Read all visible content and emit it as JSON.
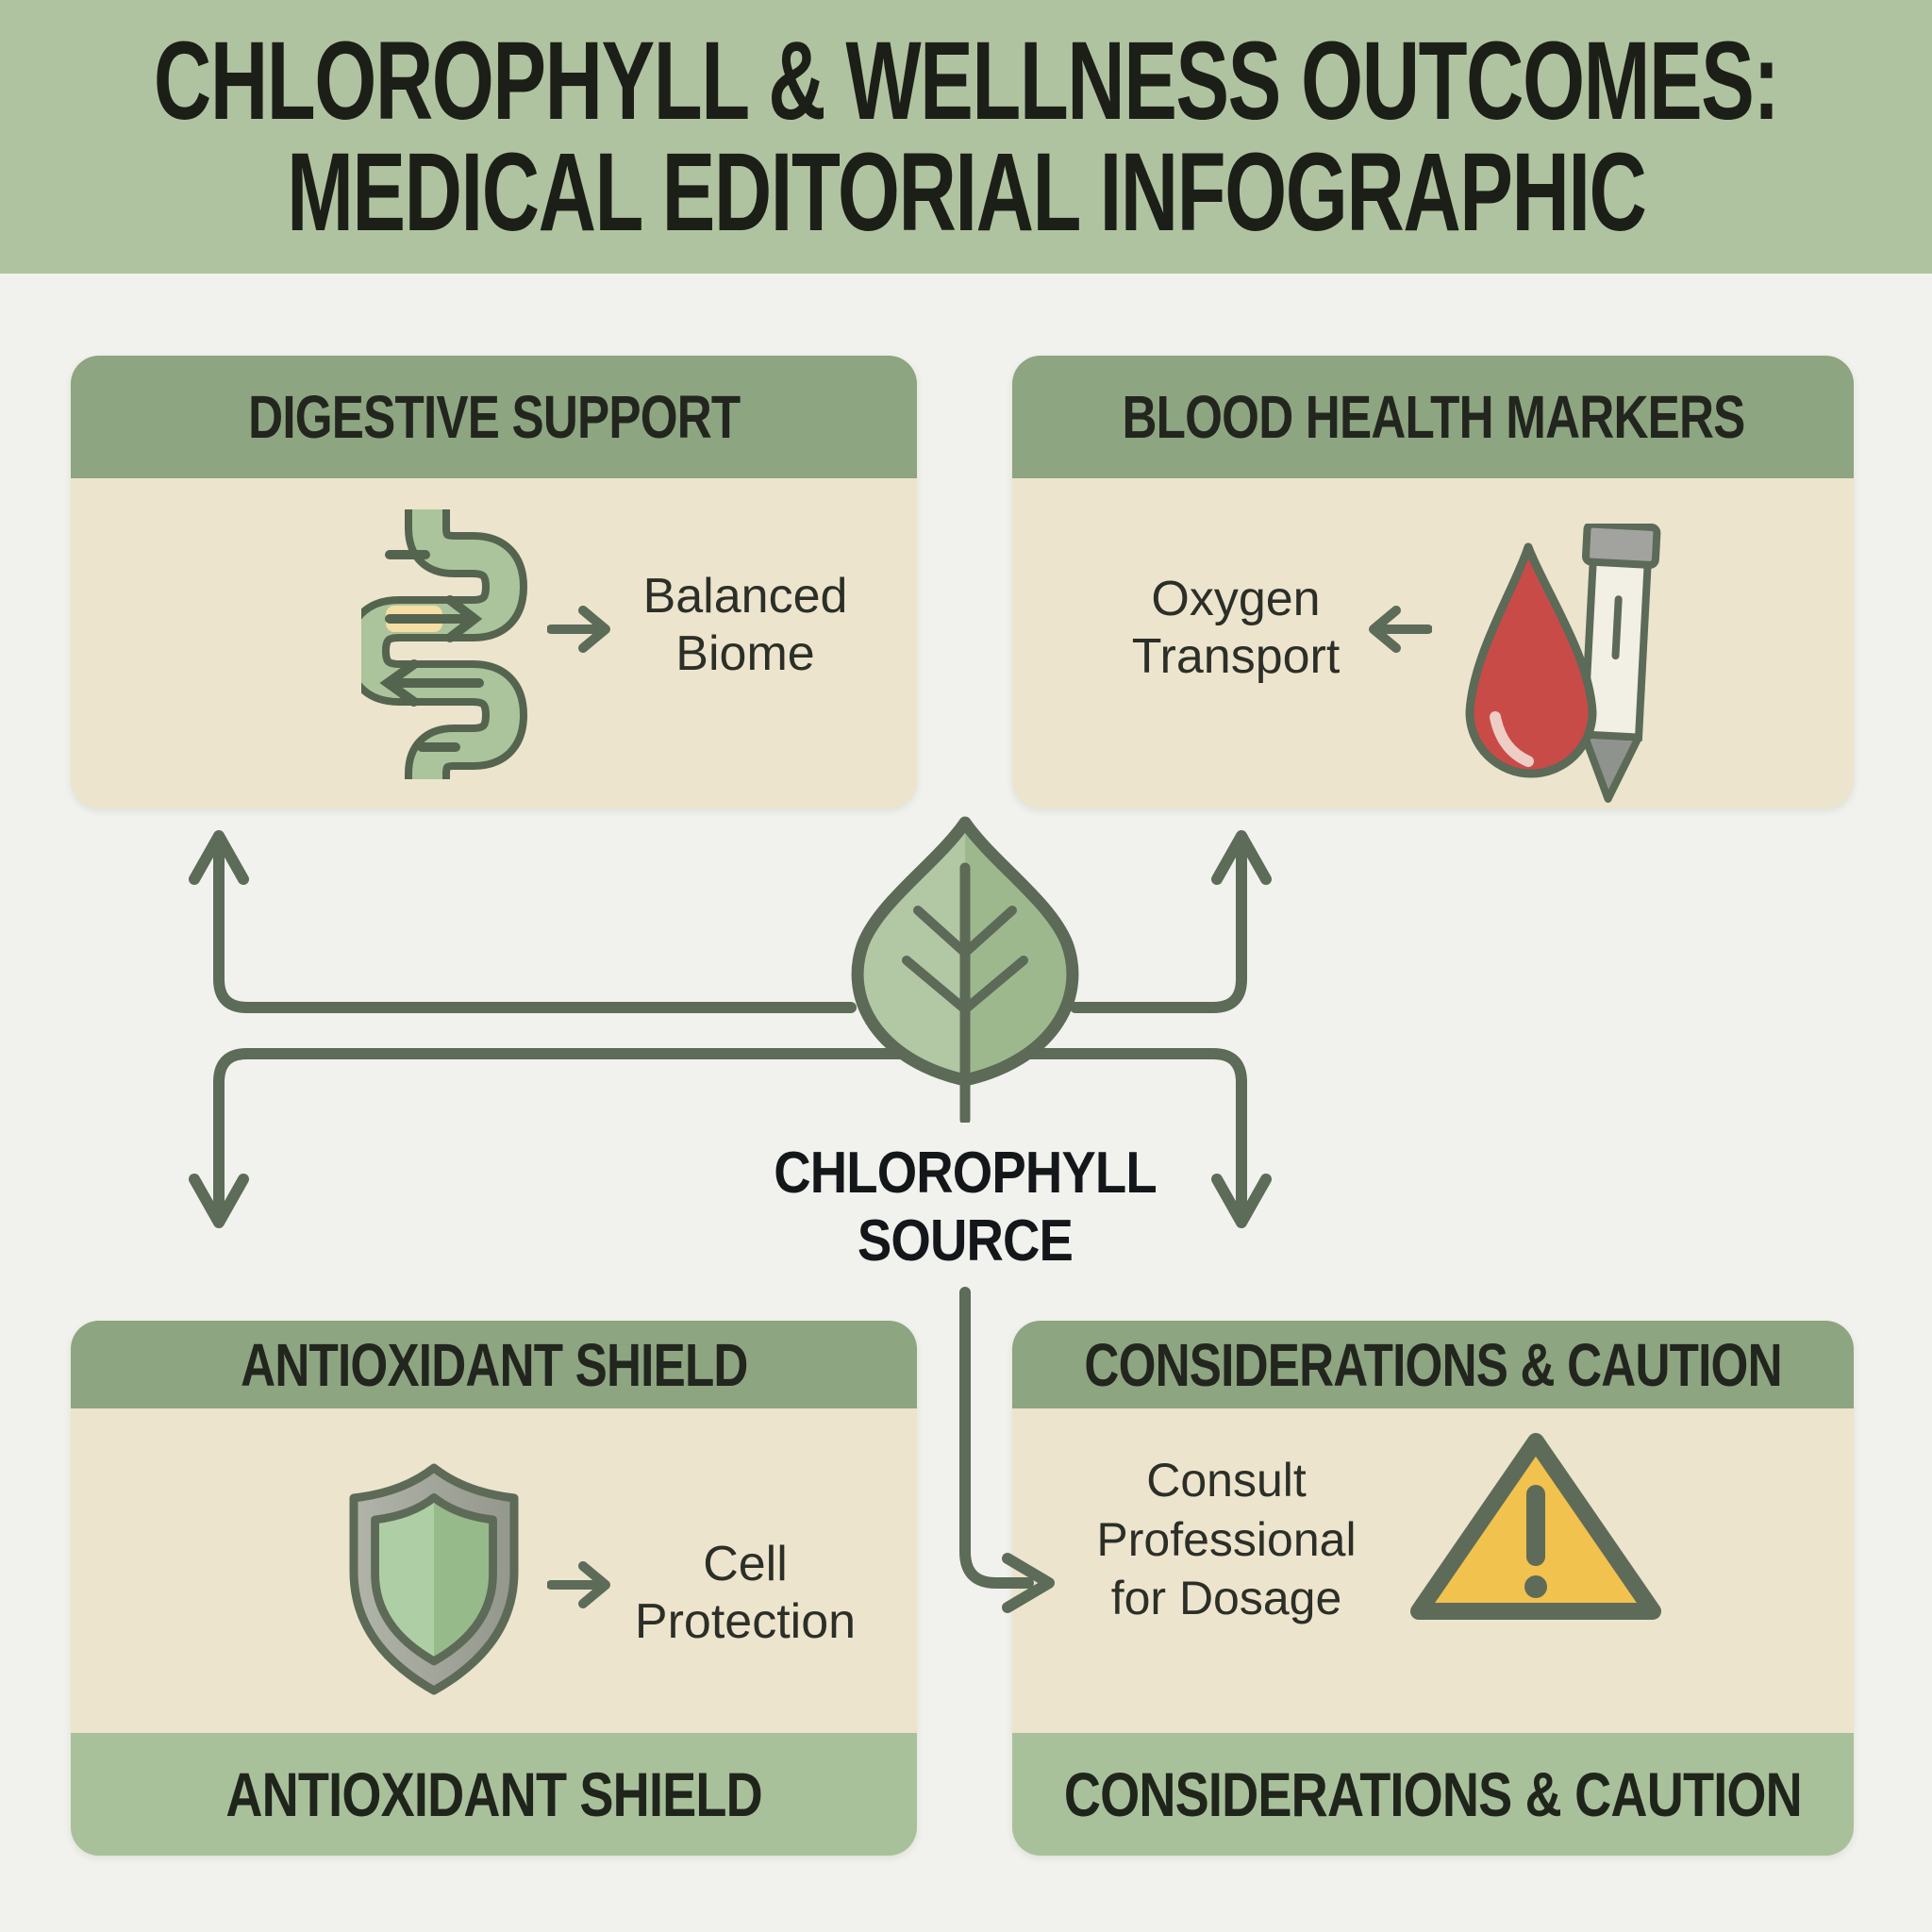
{
  "banner": {
    "title_line1": "CHLOROPHYLL & WELLNESS OUTCOMES:",
    "title_line2": "MEDICAL EDITORIAL INFOGRAPHIC"
  },
  "center": {
    "icon": "leaf-icon",
    "label": "CHLOROPHYLL\nSOURCE"
  },
  "cards": {
    "digestive": {
      "header": "DIGESTIVE SUPPORT",
      "icon": "intestine-icon",
      "arrow": "right-arrow-icon",
      "label": "Balanced\nBiome"
    },
    "blood": {
      "header": "BLOOD HEALTH MARKERS",
      "icon": "blood-drop-test-tube-icon",
      "arrow": "left-arrow-icon",
      "label": "Oxygen\nTransport"
    },
    "antioxidant": {
      "header": "ANTIOXIDANT SHIELD",
      "icon": "shield-icon",
      "arrow": "right-arrow-icon",
      "label": "Cell\nProtection",
      "footer": "ANTIOXIDANT SHIELD"
    },
    "caution": {
      "header": "CONSIDERATIONS & CAUTION",
      "icon": "warning-triangle-icon",
      "arrow": "center-branch-arrow",
      "label": "Consult\nProfessional\nfor Dosage",
      "footer": "CONSIDERATIONS & CAUTION"
    }
  },
  "colors": {
    "page_bg": "#f1f2ed",
    "banner_green": "#b0c3a0",
    "header_green": "#8da580",
    "footer_green": "#a9c19b",
    "body_cream": "#ece4cd",
    "outline": "#5d6b59",
    "ink": "#1c1f18",
    "label_ink": "#2c2f27",
    "leaf_light": "#b2c7a3",
    "leaf_dark": "#9db88d",
    "intestine_green": "#abc49b",
    "pill_yellow": "#f5dfa4",
    "drop_red": "#c94b48",
    "warning_yellow": "#f1c24e"
  }
}
